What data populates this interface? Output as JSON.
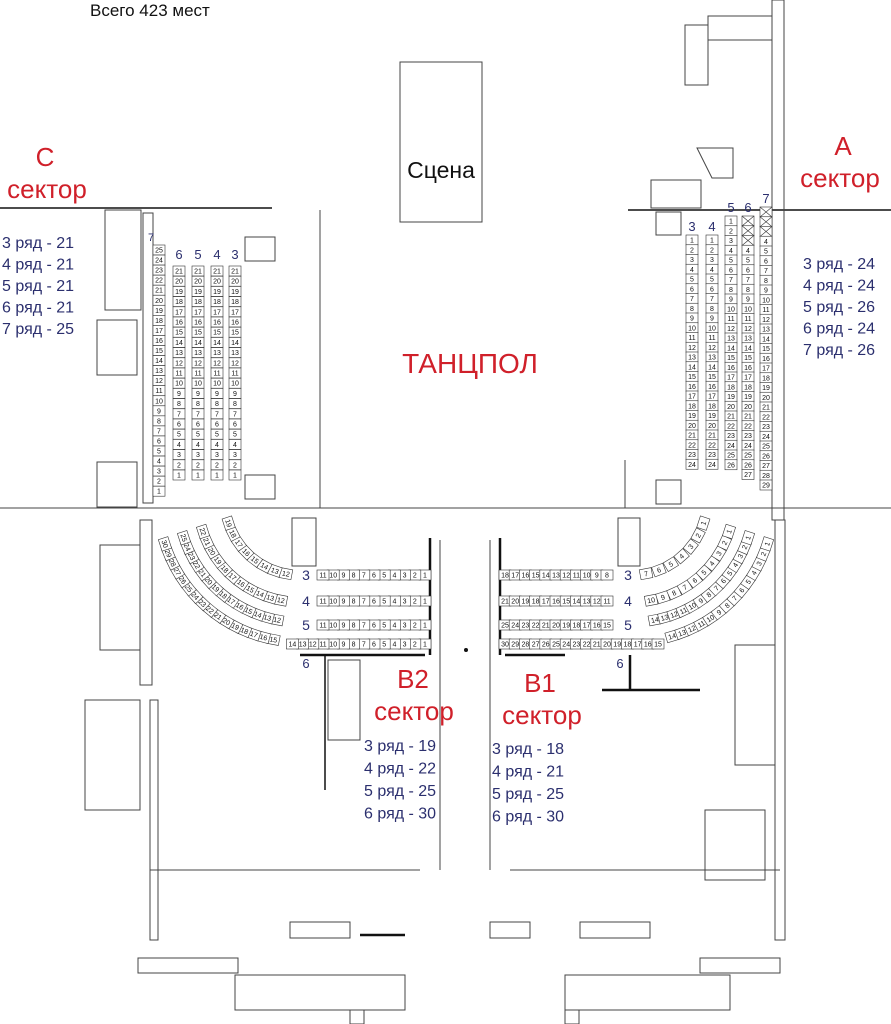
{
  "title": "Всего 423 мест",
  "stage": "Сцена",
  "dancefloor": "ТАНЦПОЛ",
  "colors": {
    "sector_label": "#d0202a",
    "row_text": "#2b2f6e"
  },
  "sectors": {
    "C": {
      "letter": "С",
      "word": "сектор",
      "rows": [
        "3 ряд - 21",
        "4 ряд - 21",
        "5 ряд - 21",
        "6 ряд - 21",
        "7 ряд - 25"
      ],
      "columns": [
        {
          "row": "7",
          "count": 25,
          "blocked": 0
        },
        {
          "row": "6",
          "count": 21,
          "blocked": 0
        },
        {
          "row": "5",
          "count": 21,
          "blocked": 0
        },
        {
          "row": "4",
          "count": 21,
          "blocked": 0
        },
        {
          "row": "3",
          "count": 21,
          "blocked": 0
        }
      ]
    },
    "A": {
      "letter": "A",
      "word": "сектор",
      "rows": [
        "3 ряд - 24",
        "4 ряд - 24",
        "5 ряд - 26",
        "6 ряд - 24",
        "7 ряд - 26"
      ],
      "columns": [
        {
          "row": "3",
          "count": 24,
          "blocked": 0
        },
        {
          "row": "4",
          "count": 24,
          "blocked": 0
        },
        {
          "row": "5",
          "count": 26,
          "blocked": 0
        },
        {
          "row": "6",
          "count": 27,
          "blocked": 3
        },
        {
          "row": "7",
          "count": 29,
          "blocked": 3
        }
      ]
    },
    "B2": {
      "letter": "B2",
      "word": "сектор",
      "rows": [
        "3 ряд - 19",
        "4 ряд - 22",
        "5 ряд - 25",
        "6 ряд - 30"
      ],
      "seat_rows": [
        {
          "row": "3",
          "count": 19,
          "straight": 11
        },
        {
          "row": "4",
          "count": 22,
          "straight": 11
        },
        {
          "row": "5",
          "count": 25,
          "straight": 11
        },
        {
          "row": "6",
          "count": 30,
          "straight": 14
        }
      ]
    },
    "B1": {
      "letter": "B1",
      "word": "сектор",
      "rows": [
        "3 ряд - 18",
        "4 ряд - 21",
        "5 ряд - 25",
        "6 ряд - 30"
      ],
      "seat_rows": [
        {
          "row": "3",
          "count": 18,
          "straight": 11
        },
        {
          "row": "4",
          "count": 21,
          "straight": 11
        },
        {
          "row": "5",
          "count": 25,
          "straight": 11
        },
        {
          "row": "6",
          "count": 30,
          "straight": 16
        }
      ]
    }
  }
}
